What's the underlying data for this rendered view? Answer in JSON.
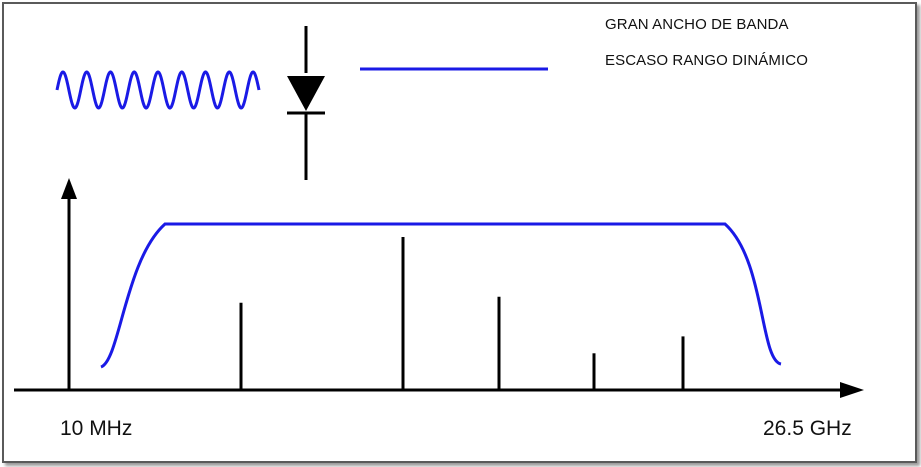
{
  "notes": {
    "line1": "GRAN ANCHO DE BANDA",
    "line2": "ESCASO RANGO DINÁMICO"
  },
  "axis": {
    "start_label": "10 MHz",
    "end_label": "26.5 GHz"
  },
  "spectral_lines": {
    "relative_heights": [
      0.57,
      1.0,
      0.61,
      0.24,
      0.35
    ]
  },
  "colors": {
    "signal": "#1a1ae6",
    "ink": "#000000",
    "frame": "#5a5a5a"
  }
}
